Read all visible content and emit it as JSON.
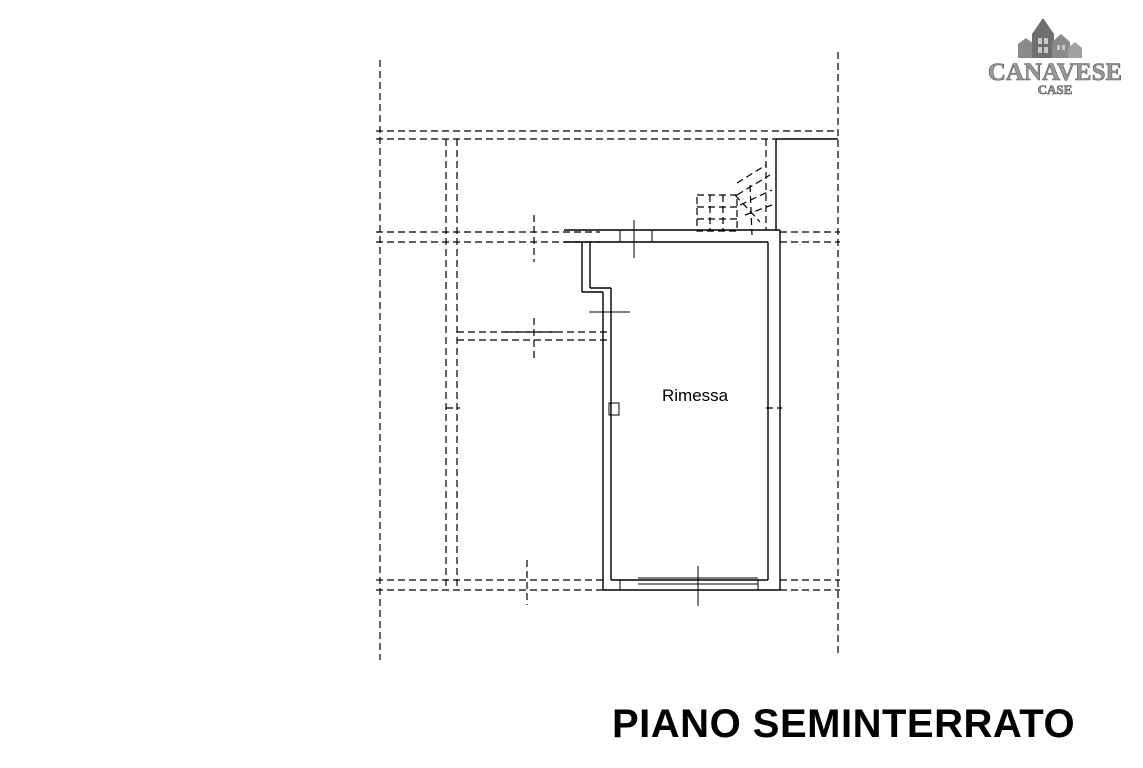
{
  "logo": {
    "name": "CANAVESE",
    "sub": "CASE",
    "icon": "houses-icon"
  },
  "plan": {
    "room_label": "Rimessa",
    "floor_title": "PIANO SEMINTERRATO"
  }
}
